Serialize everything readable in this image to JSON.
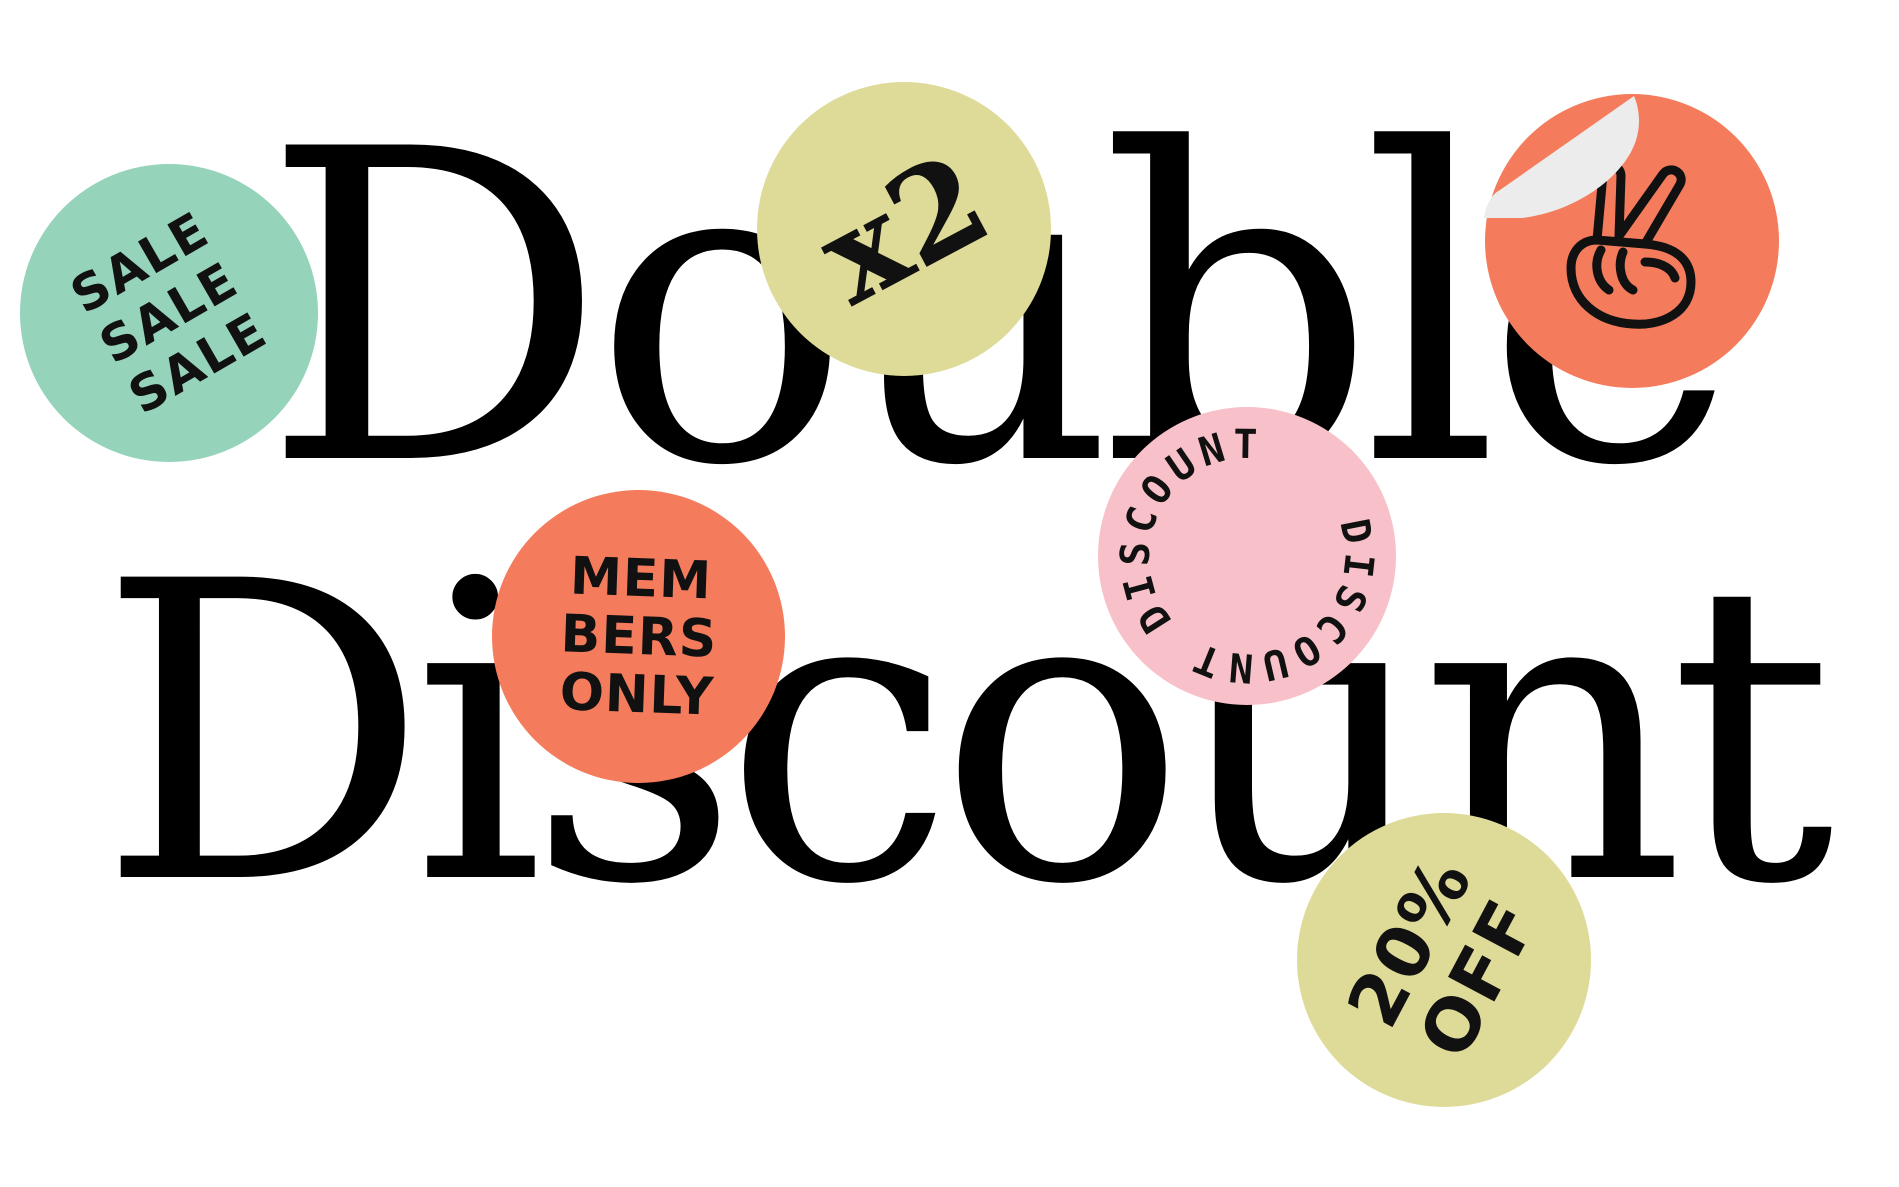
{
  "headline": {
    "line1": "Double",
    "line2": "Discount"
  },
  "stickers": {
    "sale": {
      "lines": [
        "SALE",
        "SALE",
        "SALE"
      ],
      "color": "#95d3bb"
    },
    "x2": {
      "text": "x2",
      "color": "#dedb98"
    },
    "peace": {
      "icon": "peace-hand-icon",
      "color": "#f47c5c",
      "peel_color": "#ececec"
    },
    "members": {
      "lines": [
        "MEM",
        "BERS",
        "ONLY"
      ],
      "color": "#f47c5c"
    },
    "circle": {
      "text": "DISCOUNT DISCOUNT",
      "color": "#f8c1c9"
    },
    "off": {
      "lines": [
        "20%",
        "OFF"
      ],
      "color": "#dedb98"
    }
  },
  "colors": {
    "background": "#ffffff",
    "text": "#000000"
  }
}
